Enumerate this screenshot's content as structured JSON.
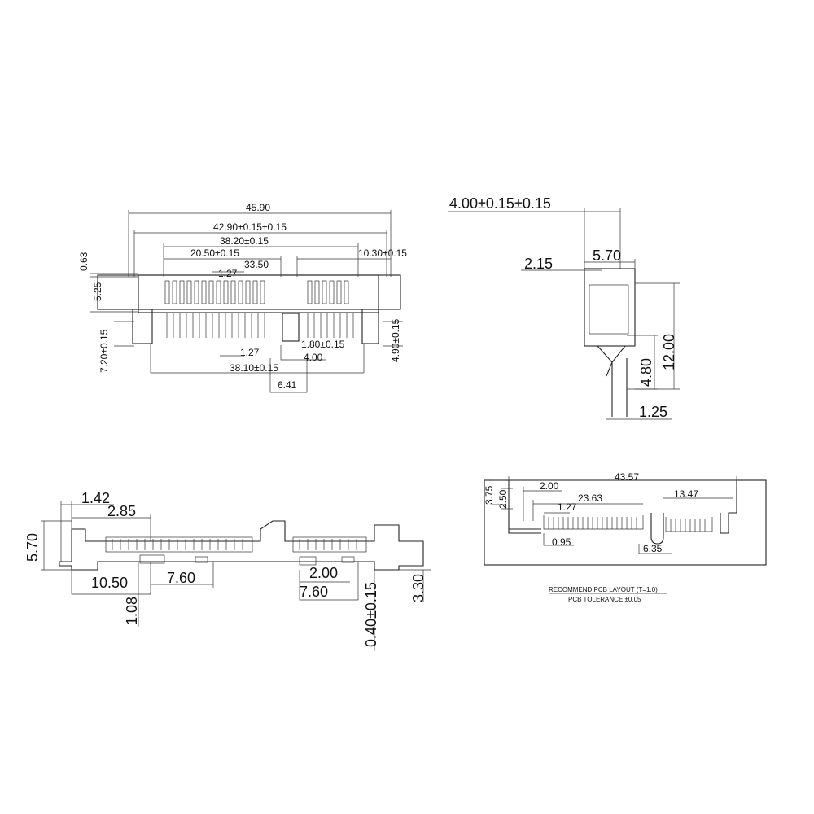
{
  "front_view": {
    "dim_overall": "45.90",
    "dim_outer": "42.90±0.15±0.15",
    "dim_inner": "38.20±0.15",
    "dim_signal": "20.50±0.15",
    "dim_span": "33.50",
    "dim_power": "10.30±0.15",
    "dim_pitch_top": "1.27",
    "dim_top_offset": "0.63",
    "dim_height": "5.25",
    "dim_left_leg": "7.20±0.15",
    "dim_right_leg": "4.90±0.15",
    "dim_pitch_bottom": "1.27",
    "dim_key": "1.80±0.15",
    "dim_key_gap": "4.00",
    "dim_pins": "38.10±0.15",
    "dim_key_width": "6.41"
  },
  "side_view": {
    "dim_top": "4.00±0.15±0.15",
    "dim_body": "5.70",
    "dim_wall": "2.15",
    "dim_height": "12.00",
    "dim_pin": "4.80",
    "dim_pin_width": "1.25"
  },
  "bottom_view": {
    "dim_left": "1.42",
    "dim_tab": "2.85",
    "dim_height": "5.70",
    "dim_leg": "10.50",
    "dim_peg_left": "7.60",
    "dim_peg_right": "7.60",
    "dim_peg_gap": "2.00",
    "dim_lower": "1.08",
    "dim_tol": "0.40±0.15",
    "dim_right": "3.30"
  },
  "pcb_layout": {
    "dim_total": "43.57",
    "dim_offset": "2.00",
    "dim_pitch": "1.27",
    "dim_signal": "23.63",
    "dim_power": "13.47",
    "dim_h1": "3.75",
    "dim_h2": "2.50",
    "dim_pad": "0.95",
    "dim_slot": "6.35",
    "caption_title": "RECOMMEND PCB LAYOUT (T=1.0)",
    "caption_tol": "PCB TOLERANCE:±0.05"
  }
}
